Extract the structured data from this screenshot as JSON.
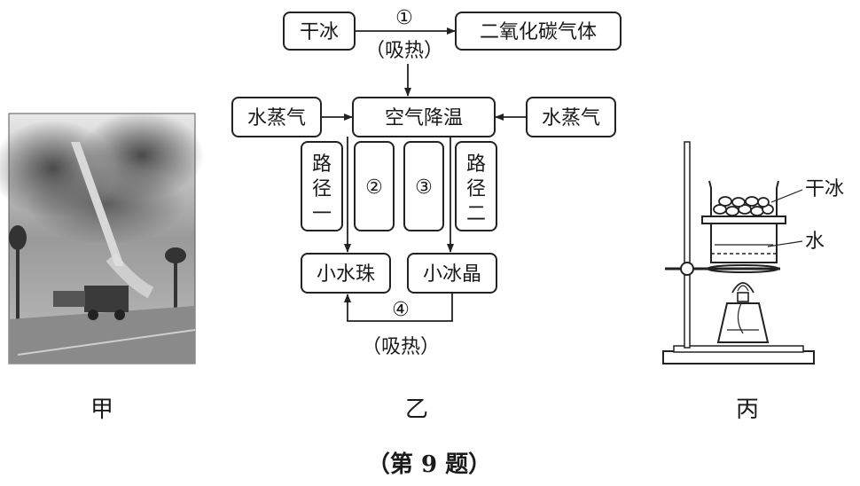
{
  "labels": {
    "jia": "甲",
    "yi": "乙",
    "bing": "丙",
    "caption": "（第 9 题）"
  },
  "flow": {
    "dry_ice": "干冰",
    "co2": "二氧化碳气体",
    "step1": "①",
    "absorb_heat_top": "（吸热）",
    "vapor_left": "水蒸气",
    "air_cool": "空气降温",
    "vapor_right": "水蒸气",
    "path1": [
      "路",
      "径",
      "一"
    ],
    "step2": "②",
    "step3": "③",
    "path2": [
      "路",
      "径",
      "二"
    ],
    "droplet": "小水珠",
    "ice_crystal": "小冰晶",
    "step4": "④",
    "absorb_heat_bottom": "（吸热）"
  },
  "apparatus": {
    "dry_ice_label": "干冰",
    "water_label": "水"
  }
}
